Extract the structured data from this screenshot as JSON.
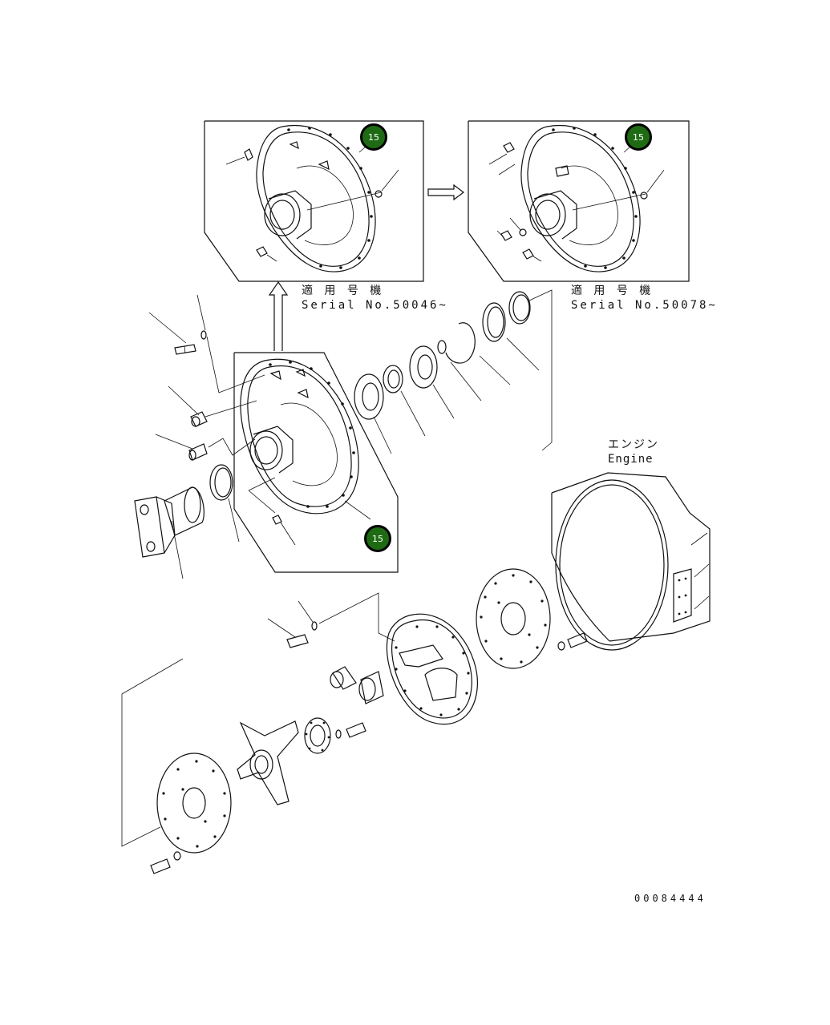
{
  "callouts": [
    {
      "id": "c1",
      "label": "15"
    },
    {
      "id": "c2",
      "label": "15"
    },
    {
      "id": "c3",
      "label": "15"
    }
  ],
  "variant_left": {
    "line1": "適 用 号 機",
    "line2": "Serial No.50046~"
  },
  "variant_right": {
    "line1": "適 用 号 機",
    "line2": "Serial No.50078~"
  },
  "engine_label": {
    "jp": "エンジン",
    "en": "Engine"
  },
  "drawing_number": "00084444",
  "colors": {
    "callout_fill": "#1e6b14",
    "callout_border": "#000000",
    "line": "#111111"
  }
}
